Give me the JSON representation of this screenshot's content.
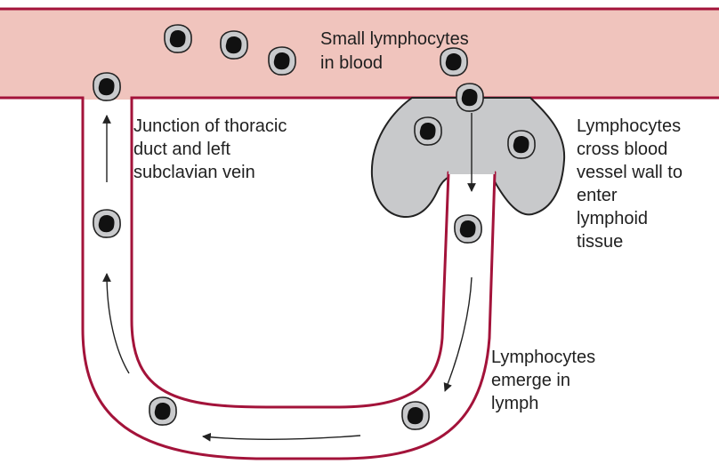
{
  "labels": {
    "small_lymphocytes": [
      "Small lymphocytes",
      "in blood"
    ],
    "junction": [
      "Junction of thoracic",
      "duct and left",
      "subclavian vein"
    ],
    "cross_vessel": [
      "Lymphocytes",
      "cross blood",
      "vessel wall to",
      "enter",
      "lymphoid",
      "tissue"
    ],
    "emerge": [
      "Lymphocytes",
      "emerge in",
      "lymph"
    ]
  },
  "colors": {
    "blood_vessel_fill": "#F0C4BD",
    "vessel_wall": "#A3133A",
    "lymphoid_tissue": "#C8C9CB",
    "lymphocyte_fill": "#C9CACC",
    "nucleus": "#111111",
    "arrow": "#222222"
  }
}
